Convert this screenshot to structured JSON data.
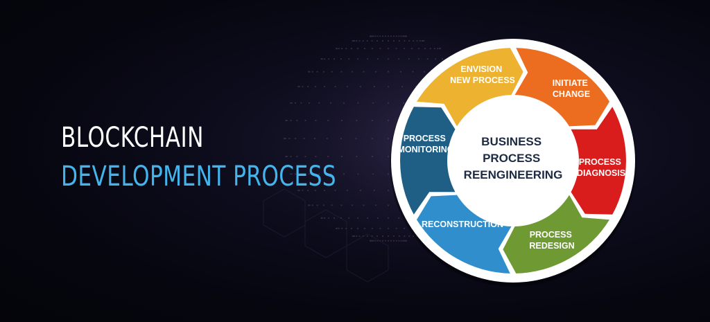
{
  "heading": {
    "line1": "BLOCKCHAIN",
    "line2": "DEVELOPMENT PROCESS"
  },
  "diagram": {
    "center": [
      "BUSINESS",
      "PROCESS",
      "REENGINEERING"
    ],
    "segments": [
      {
        "lines": [
          "ENVISION",
          "NEW PROCESS"
        ],
        "color": "#ecb230"
      },
      {
        "lines": [
          "INITIATE",
          "CHANGE"
        ],
        "color": "#ec6d1f"
      },
      {
        "lines": [
          "PROCESS",
          "DIAGNOSIS"
        ],
        "color": "#d91c1c"
      },
      {
        "lines": [
          "PROCESS",
          "REDESIGN"
        ],
        "color": "#6f9a33"
      },
      {
        "lines": [
          "RECONSTRUCTION"
        ],
        "color": "#2f8ecb"
      },
      {
        "lines": [
          "PROCESS",
          "MONITORING"
        ],
        "color": "#1f5f86"
      }
    ]
  },
  "colors": {
    "heading_white": "#ffffff",
    "heading_blue": "#45b4ea",
    "background": "#06060f",
    "ring": "#ffffff",
    "center_text": "#1d2a44"
  }
}
